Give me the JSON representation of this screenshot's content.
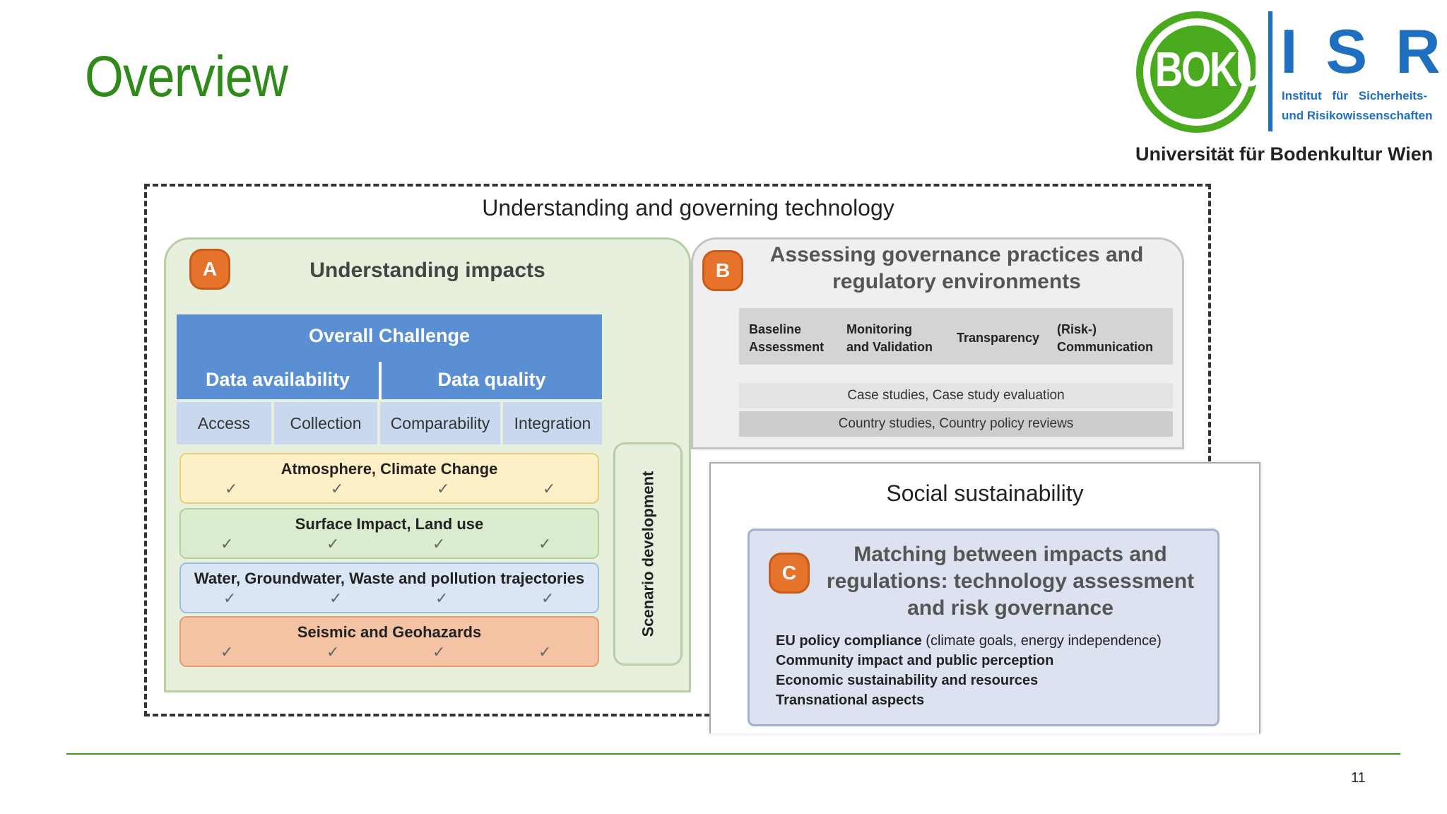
{
  "slide": {
    "title": "Overview",
    "page_number": "11",
    "accent_color": "#2e8b1a"
  },
  "logo": {
    "boku": "BOKU",
    "isr": "ISR",
    "institute_line1": "Institut für Sicherheits-",
    "institute_line2": "und Risikowissenschaften",
    "university": "Universität für Bodenkultur Wien",
    "colors": {
      "green": "#4aaa1e",
      "blue": "#1f6fc0"
    }
  },
  "diagram": {
    "outer_title": "Understanding and governing technology",
    "panel_a": {
      "badge": "A",
      "title": "Understanding impacts",
      "overall_challenge": "Overall Challenge",
      "data_availability": "Data availability",
      "data_quality": "Data quality",
      "subcolumns": [
        "Access",
        "Collection",
        "Comparability",
        "Integration"
      ],
      "categories": [
        {
          "label": "Atmosphere, Climate Change"
        },
        {
          "label": "Surface Impact, Land use"
        },
        {
          "label": "Water, Groundwater, Waste and pollution trajectories"
        },
        {
          "label": "Seismic and Geohazards"
        }
      ],
      "check_mark": "✓",
      "scenario": "Scenario development"
    },
    "panel_b": {
      "badge": "B",
      "title_line1": "Assessing governance practices and",
      "title_line2": "regulatory environments",
      "items": [
        {
          "l1": "Baseline",
          "l2": "Assessment"
        },
        {
          "l1": "Monitoring",
          "l2": "and Validation"
        },
        {
          "l1": "Transparency",
          "l2": ""
        },
        {
          "l1": "(Risk-)",
          "l2": "Communication"
        }
      ],
      "row1": "Case studies, Case study evaluation",
      "row2": "Country studies, Country policy reviews"
    },
    "panel_social": {
      "title": "Social sustainability",
      "panel_c": {
        "badge": "C",
        "title_line1": "Matching between impacts and",
        "title_line2": "regulations: technology assessment",
        "title_line3": "and risk governance",
        "lines": [
          {
            "bold": "EU policy compliance",
            "normal": " (climate goals, energy independence)"
          },
          {
            "bold": "Community impact and public perception",
            "normal": ""
          },
          {
            "bold": "Economic sustainability and resources",
            "normal": ""
          },
          {
            "bold": "Transnational aspects",
            "normal": ""
          }
        ]
      }
    }
  }
}
